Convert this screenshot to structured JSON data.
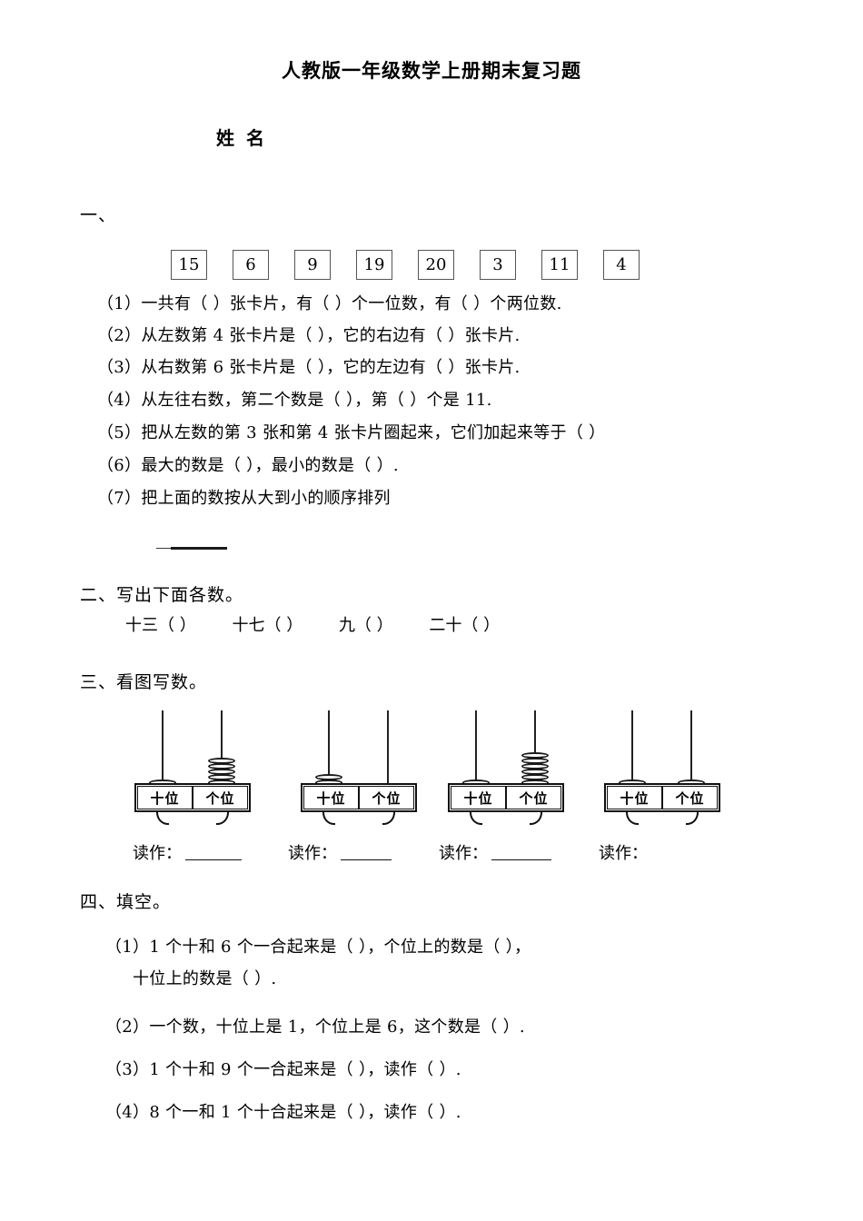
{
  "document": {
    "title": "人教版一年级数学上册期末复习题",
    "name_label": "姓 名"
  },
  "section1": {
    "heading": "一、",
    "cards": [
      "15",
      "6",
      "9",
      "19",
      "20",
      "3",
      "11",
      "4"
    ],
    "questions": [
      "（1）一共有（        ）张卡片，有（       ）个一位数，有（         ）个两位数.",
      "（2）从左数第 4 张卡片是（         ），它的右边有（        ）张卡片.",
      "（3）从右数第 6 张卡片是（        ），它的左边有（        ）张卡片.",
      "（4）从左往右数，第二个数是（        ），第（        ）个是 11.",
      "（5）把从左数的第 3 张和第 4 张卡片圈起来，它们加起来等于（        ）",
      "（6）最大的数是（       ），最小的数是（       ）.",
      "（7）把上面的数按从大到小的顺序排列"
    ]
  },
  "section2": {
    "heading": "二、写出下面各数。",
    "items": [
      "十三（        ）",
      "十七（        ）",
      "九（      ）",
      "二十（        ）"
    ]
  },
  "section3": {
    "heading": "三、看图写数。",
    "abacuses": [
      {
        "tens_label": "十位",
        "ones_label": "个位",
        "tens_beads": 1,
        "ones_beads": 5
      },
      {
        "tens_label": "十位",
        "ones_label": "个位",
        "tens_beads": 2,
        "ones_beads": 0
      },
      {
        "tens_label": "十位",
        "ones_label": "个位",
        "tens_beads": 1,
        "ones_beads": 6
      },
      {
        "tens_label": "十位",
        "ones_label": "个位",
        "tens_beads": 1,
        "ones_beads": 1
      }
    ],
    "read_labels": [
      "读作：",
      "读作：",
      "读作：",
      "读作："
    ],
    "read_blank_widths": [
      62,
      56,
      66,
      0
    ]
  },
  "section4": {
    "heading": "四、填空。",
    "questions": [
      "（1）1 个十和 6 个一合起来是（      ），个位上的数是（       ），",
      "十位上的数是（        ）.",
      "（2）一个数，十位上是 1，个位上是 6，这个数是（           ）.",
      "（3）1 个十和 9 个一合起来是（       ），读作（          ）.",
      "（4）8 个一和 1 个十合起来是（           ），读作（        ）."
    ]
  }
}
